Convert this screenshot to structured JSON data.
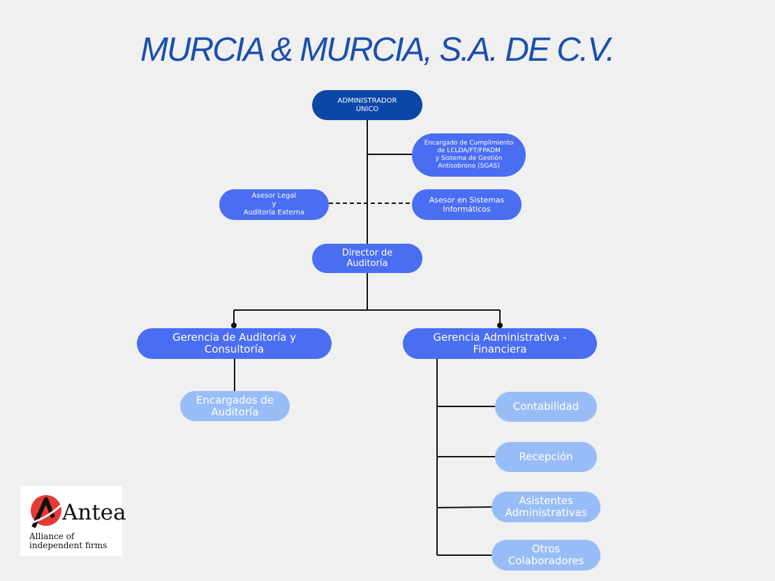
{
  "title": "MURCIA & MURCIA, S.A. DE C.V.",
  "nodes": {
    "administrador": "ADMINISTRADOR\nÚNICO",
    "encargado_cumplimiento": "Encargado de Cumplimiento\nde LCLDA/FT/FPADM\ny Sistema de Gestión\nAntisobrono (SGAS)",
    "asesor_legal": "Asesor Legal\ny\nAuditoría Externa",
    "asesor_sistemas": "Asesor en Sistemas\nInformáticos",
    "director": "Director de\nAuditoría",
    "gerencia_auditoria": "Gerencia de Auditoría y\nConsultoría",
    "gerencia_administrativa": "Gerencia Administrativa -\nFinanciera",
    "encargados_auditoria": "Encargados de\nAuditoría",
    "contabilidad": "Contabilidad",
    "recepcion": "Recepción",
    "asistentes": "Asistentes\nAdministrativas",
    "otros": "Otros\nColaboradores"
  },
  "colors": {
    "dark": "#0c47a8",
    "mid": "#4a6ef2",
    "light": "#98bdf6",
    "title": "#1a4fae"
  },
  "logo": {
    "brand": "Antea",
    "tagline": "Alliance of\nindependent firms"
  }
}
